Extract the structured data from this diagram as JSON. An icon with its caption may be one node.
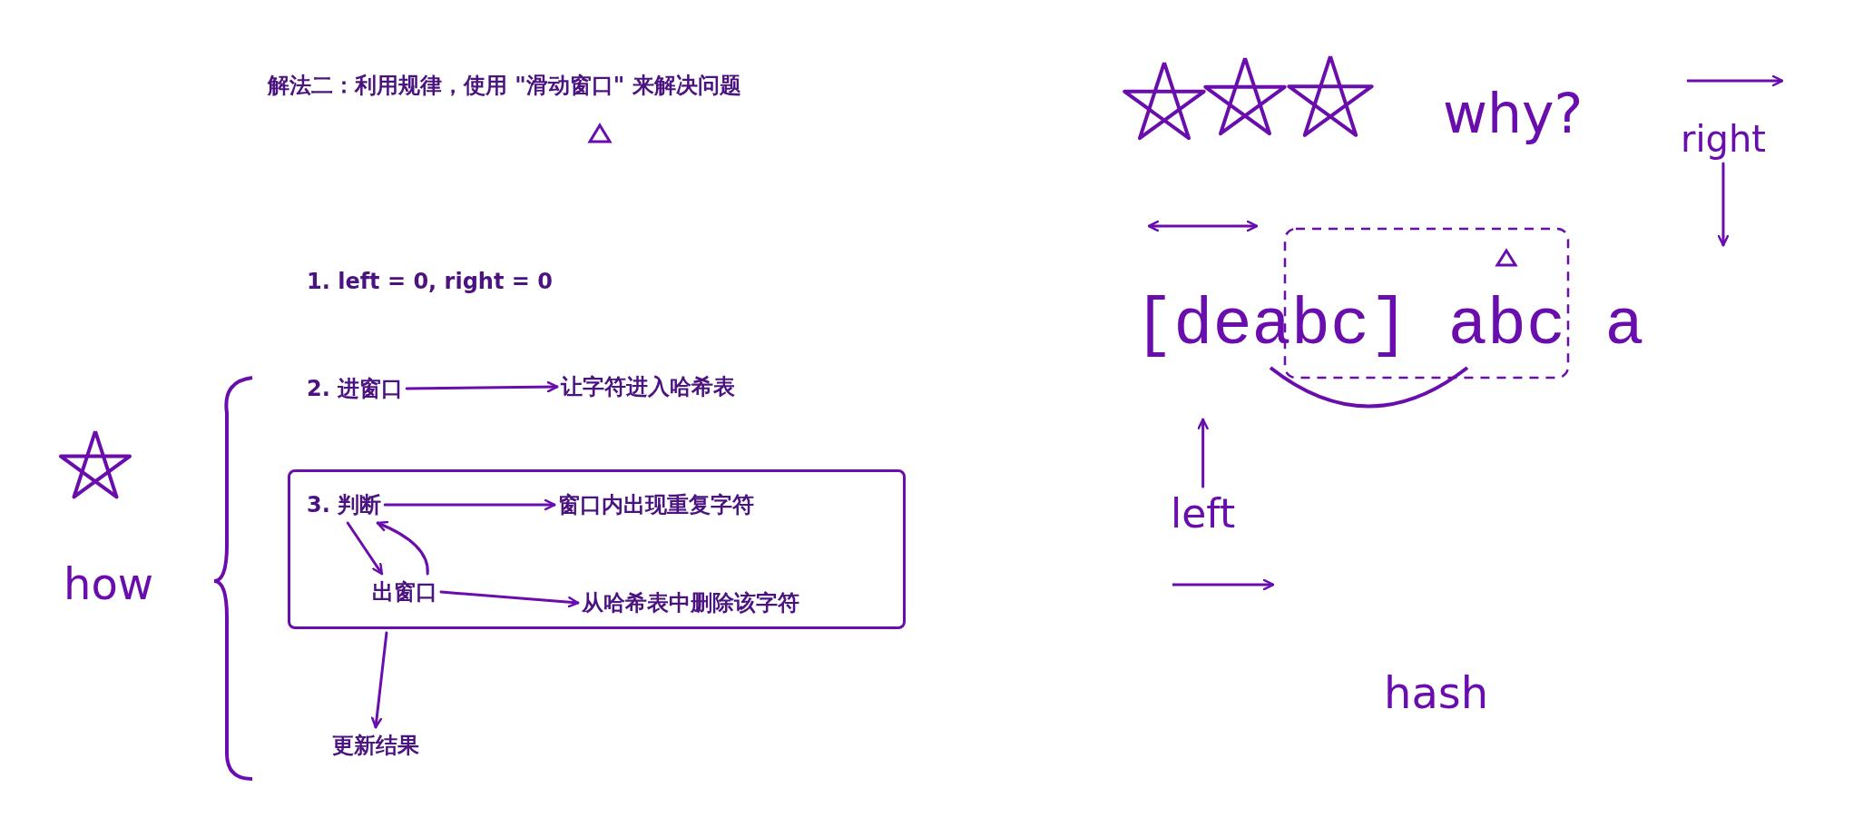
{
  "diagram": {
    "title": "解法二：利用规律，使用 \"滑动窗口\" 来解决问题",
    "nodes": [
      {
        "text": [
          "2. 进窗口"
        ]
      },
      {
        "text": [
          "让字符进入哈希表"
        ]
      },
      {
        "text": [],
        "shape": "box"
      },
      {
        "text": [
          "3. 判断"
        ],
        "in": 2
      },
      {
        "text": [
          "窗口内出现重复字符"
        ],
        "in": 2
      },
      {
        "text": [
          "出窗口"
        ],
        "in": 2
      },
      {
        "text": [
          "从哈希表中删除该字符"
        ],
        "in": 2
      },
      {
        "text": [
          "更新结果"
        ]
      },
      {
        "text": [
          "right"
        ]
      },
      {
        "text": [
          "left"
        ]
      }
    ],
    "edges": [
      {
        "from": 0,
        "to": 1,
        "arrow": "to"
      },
      {
        "from": 3,
        "to": 4,
        "arrow": "to"
      },
      {
        "from": 3,
        "to": 5,
        "arrow": "to"
      },
      {
        "from": 5,
        "to": 3,
        "arrow": "to"
      },
      {
        "from": 5,
        "to": 6,
        "arrow": "to"
      },
      {
        "from": 2,
        "to": 7,
        "arrow": "to"
      },
      {
        "from": 8,
        "to": null,
        "arrow": "to"
      },
      {
        "from": 9,
        "to": null,
        "arrow": "to"
      }
    ],
    "labels": [
      "1. left = 0, right = 0",
      "why?",
      "[deabc] abc a",
      "how",
      "hash"
    ]
  }
}
